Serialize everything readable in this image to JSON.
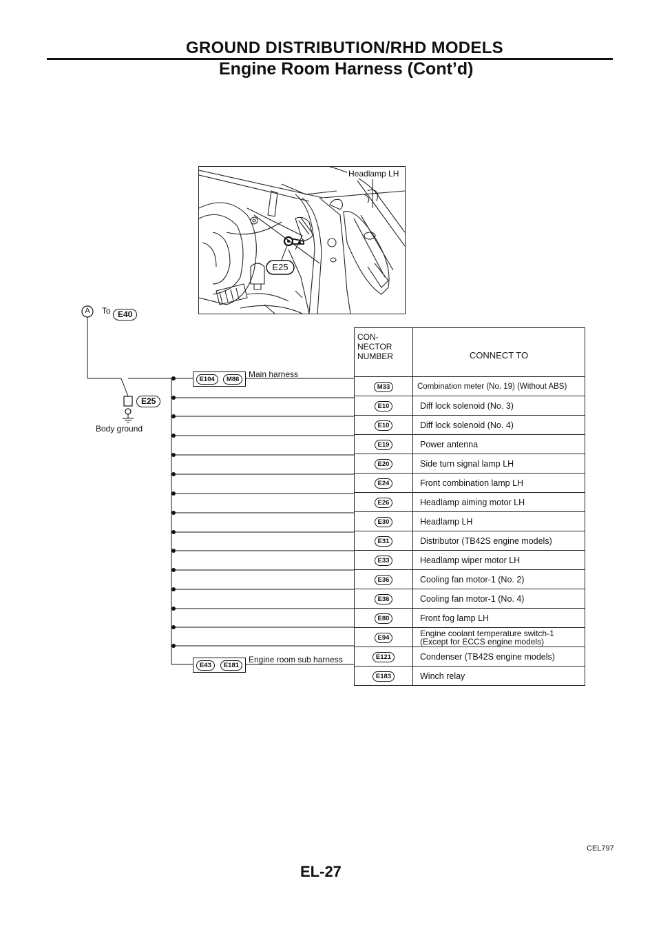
{
  "header": {
    "title": "GROUND DISTRIBUTION/RHD MODELS",
    "subtitle": "Engine Room Harness (Cont’d)"
  },
  "photo": {
    "headlamp_label": "Headlamp LH",
    "ground_label": "E25"
  },
  "schematic": {
    "circle_letter": "A",
    "to_label": "To",
    "to_connector": "E40",
    "ground_connector": "E25",
    "body_ground": "Body ground",
    "main_harness": {
      "connectors": [
        "E104",
        "M86"
      ],
      "label": "Main harness"
    },
    "sub_harness": {
      "connectors": [
        "E43",
        "E181"
      ],
      "label": "Engine room sub harness"
    }
  },
  "table": {
    "col1_header": [
      "CON-",
      "NECTOR",
      "NUMBER"
    ],
    "col2_header": "CONNECT TO",
    "rows": [
      {
        "num": "M33",
        "text": "Combination meter (No. 19) (Without ABS)"
      },
      {
        "num": "E10",
        "text": "Diff lock solenoid (No. 3)"
      },
      {
        "num": "E10",
        "text": "Diff lock solenoid (No. 4)"
      },
      {
        "num": "E19",
        "text": "Power antenna"
      },
      {
        "num": "E20",
        "text": "Side turn signal lamp LH"
      },
      {
        "num": "E24",
        "text": "Front combination lamp LH"
      },
      {
        "num": "E26",
        "text": "Headlamp aiming motor LH"
      },
      {
        "num": "E30",
        "text": "Headlamp LH"
      },
      {
        "num": "E31",
        "text": "Distributor (TB42S engine models)"
      },
      {
        "num": "E33",
        "text": "Headlamp wiper motor LH"
      },
      {
        "num": "E36",
        "text": "Cooling fan motor-1 (No. 2)"
      },
      {
        "num": "E36",
        "text": "Cooling fan motor-1 (No. 4)"
      },
      {
        "num": "E80",
        "text": "Front fog lamp LH"
      },
      {
        "num": "E94",
        "text": "Engine coolant temperature switch-1",
        "text2": "(Except for ECCS engine models)"
      },
      {
        "num": "E121",
        "text": "Condenser (TB42S engine models)"
      },
      {
        "num": "E183",
        "text": "Winch relay"
      }
    ]
  },
  "figure_code": "CEL797",
  "page_number": "EL-27"
}
